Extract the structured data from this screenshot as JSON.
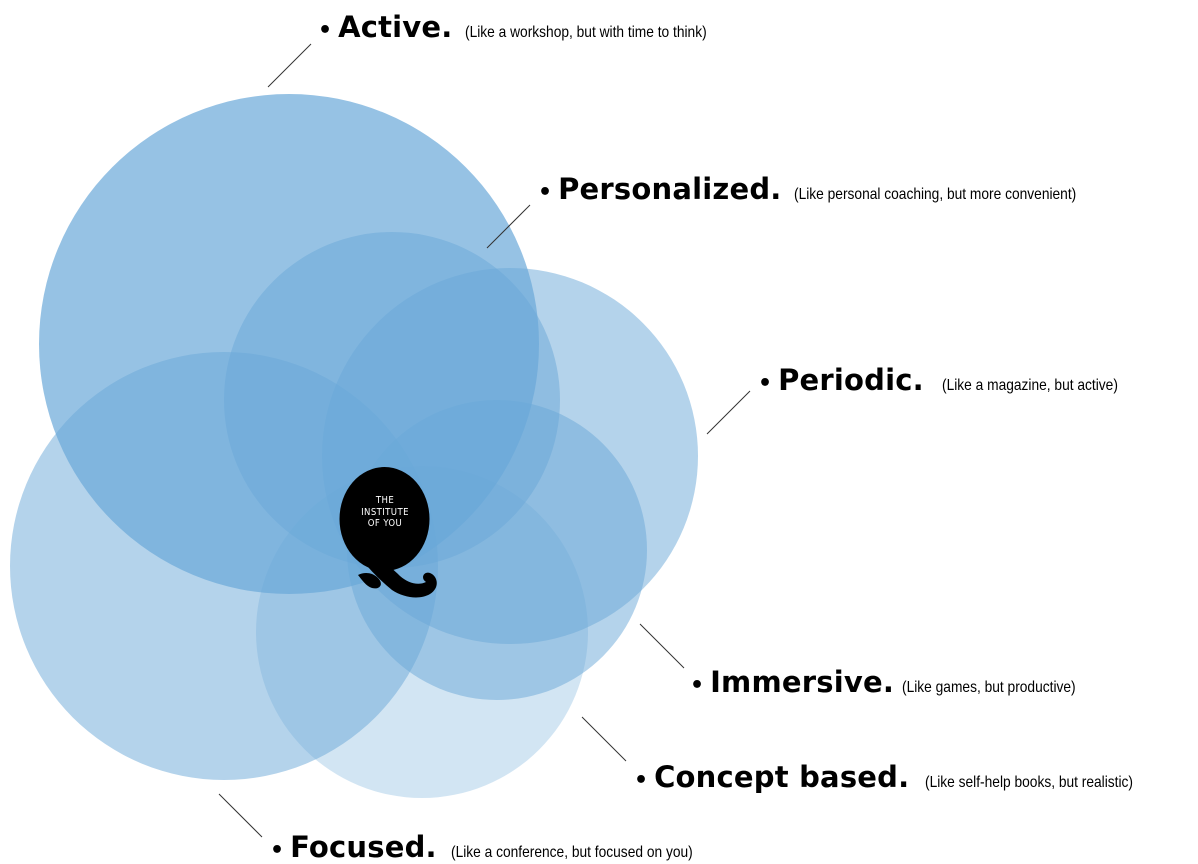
{
  "colors": {
    "circle_fill": "#6aa8d8",
    "connector": "#333333",
    "logo_fill": "#000000",
    "logo_text": "#ffffff"
  },
  "logo": {
    "line1": "THE",
    "line2": "INSTITUTE",
    "line3": "OF YOU"
  },
  "items": [
    {
      "id": "active",
      "bullet": "•",
      "title": "Active.",
      "description": "(Like a workshop, but with time to think)"
    },
    {
      "id": "personalized",
      "bullet": "•",
      "title": "Personalized.",
      "description": "(Like personal coaching, but more convenient)"
    },
    {
      "id": "periodic",
      "bullet": "•",
      "title": "Periodic.",
      "description": "(Like a magazine, but active)"
    },
    {
      "id": "immersive",
      "bullet": "•",
      "title": "Immersive.",
      "description": "(Like games, but productive)"
    },
    {
      "id": "concept",
      "bullet": "•",
      "title": "Concept based.",
      "description": "(Like self-help books, but realistic)"
    },
    {
      "id": "focused",
      "bullet": "•",
      "title": "Focused.",
      "description": "(Like a conference, but focused on you)"
    }
  ]
}
